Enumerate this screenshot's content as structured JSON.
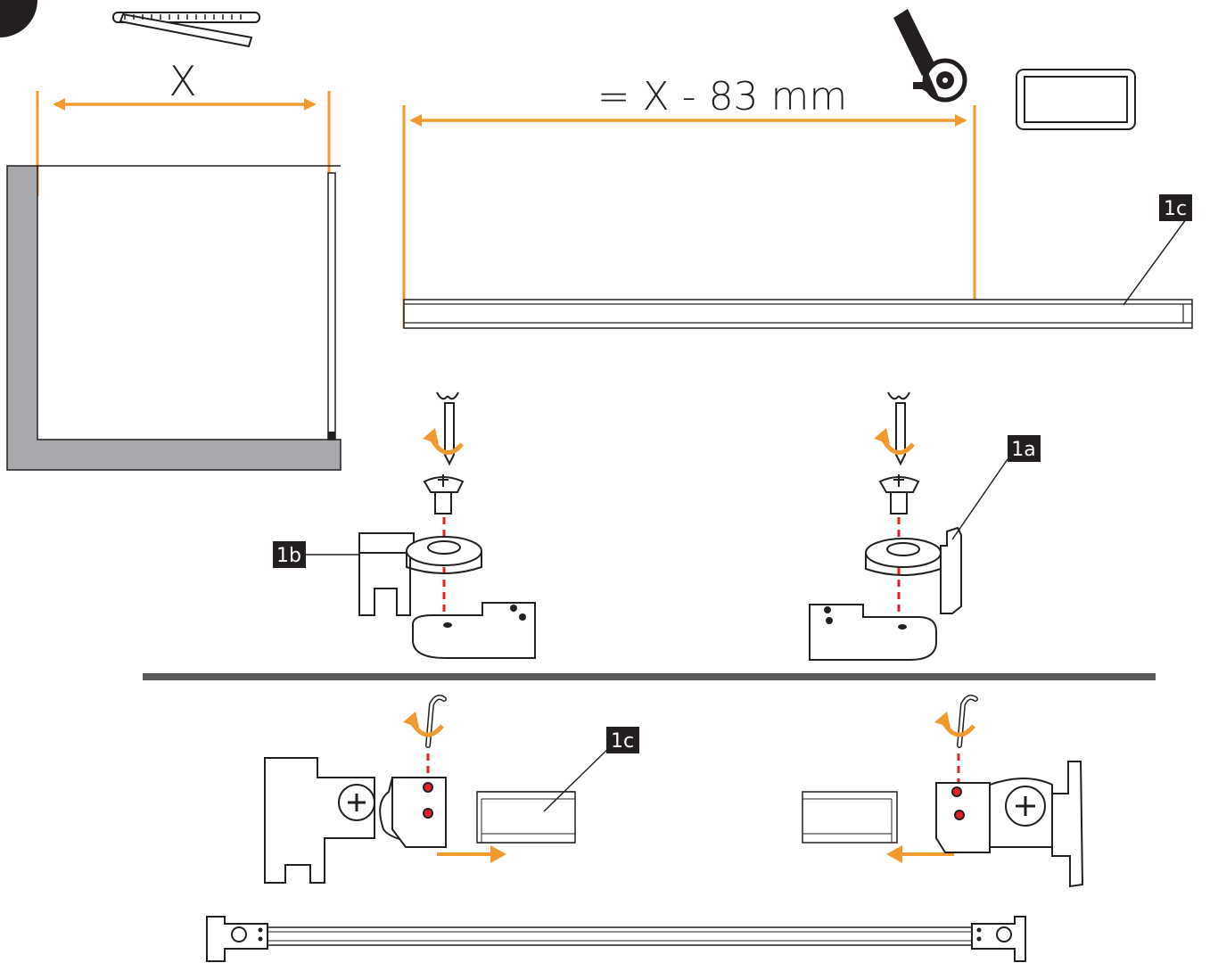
{
  "measurement": {
    "wall_width_label": "X",
    "cut_length_label": "= X - 83 mm"
  },
  "part_labels": {
    "profile": "1c",
    "right_bracket": "1a",
    "left_bracket": "1b"
  },
  "colors": {
    "accent_orange": "#F39A2E",
    "tag_background": "#231F20",
    "wall_gray": "#A7A9AC",
    "divider_gray": "#58595B",
    "screw_dash_red": "#E21F26"
  },
  "icons": [
    "folding-ruler-icon",
    "angle-grinder-icon",
    "profile-cross-section-icon",
    "hex-key-icon",
    "rotate-arrow-icon"
  ]
}
